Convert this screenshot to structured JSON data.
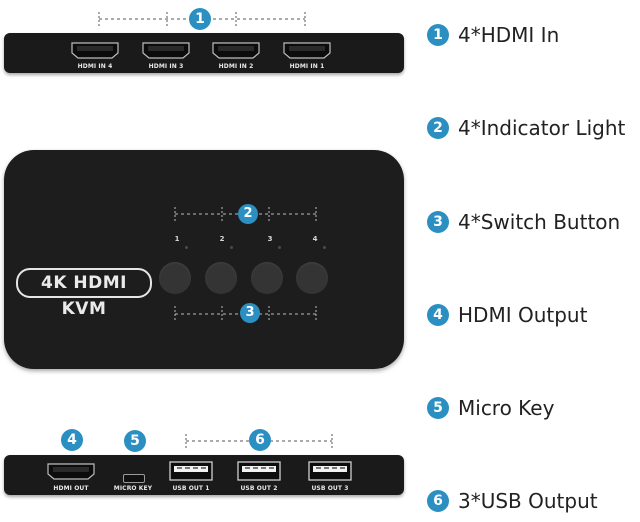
{
  "colors": {
    "badge": "#2c8fc2",
    "device": "#1a1a1a",
    "text": "#222222"
  },
  "top_strip": {
    "badge": "1",
    "ports": [
      {
        "label": "HDMI IN 4"
      },
      {
        "label": "HDMI IN 3"
      },
      {
        "label": "HDMI IN 2"
      },
      {
        "label": "HDMI IN 1"
      }
    ]
  },
  "kvm": {
    "brand": "4K HDMI KVM",
    "indicator_badge": "2",
    "button_badge": "3",
    "indicators": [
      "1",
      "2",
      "3",
      "4"
    ]
  },
  "bottom_strip": {
    "badges": [
      "4",
      "5",
      "6"
    ],
    "ports": [
      {
        "label": "HDMI OUT"
      },
      {
        "label": "MICRO KEY"
      },
      {
        "label": "USB OUT 1"
      },
      {
        "label": "USB OUT 2"
      },
      {
        "label": "USB OUT 3"
      }
    ]
  },
  "legend": [
    {
      "num": "1",
      "text": "4*HDMI In"
    },
    {
      "num": "2",
      "text": "4*Indicator Light"
    },
    {
      "num": "3",
      "text": "4*Switch Button"
    },
    {
      "num": "4",
      "text": "HDMI Output"
    },
    {
      "num": "5",
      "text": "Micro Key"
    },
    {
      "num": "6",
      "text": "3*USB Output"
    }
  ]
}
